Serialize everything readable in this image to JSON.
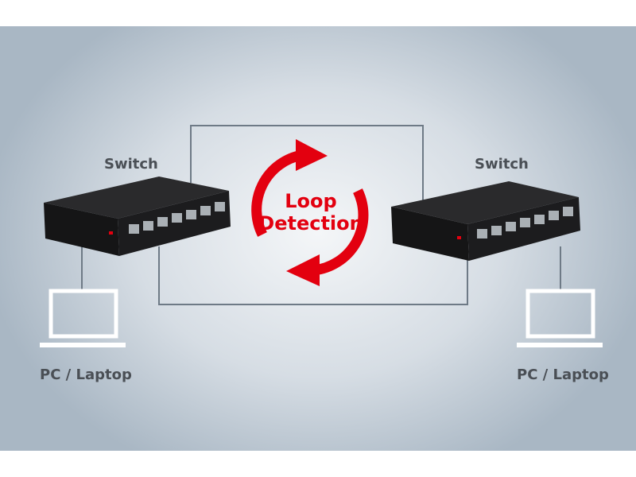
{
  "labels": {
    "switch_left": "Switch",
    "switch_right": "Switch",
    "loop_line1": "Loop",
    "loop_line2": "Detection",
    "pc_left": "PC / Laptop",
    "pc_right": "PC / Laptop"
  },
  "colors": {
    "accent": "#e3000f",
    "line": "#6e7a86",
    "switch": "#1c1c1e"
  }
}
